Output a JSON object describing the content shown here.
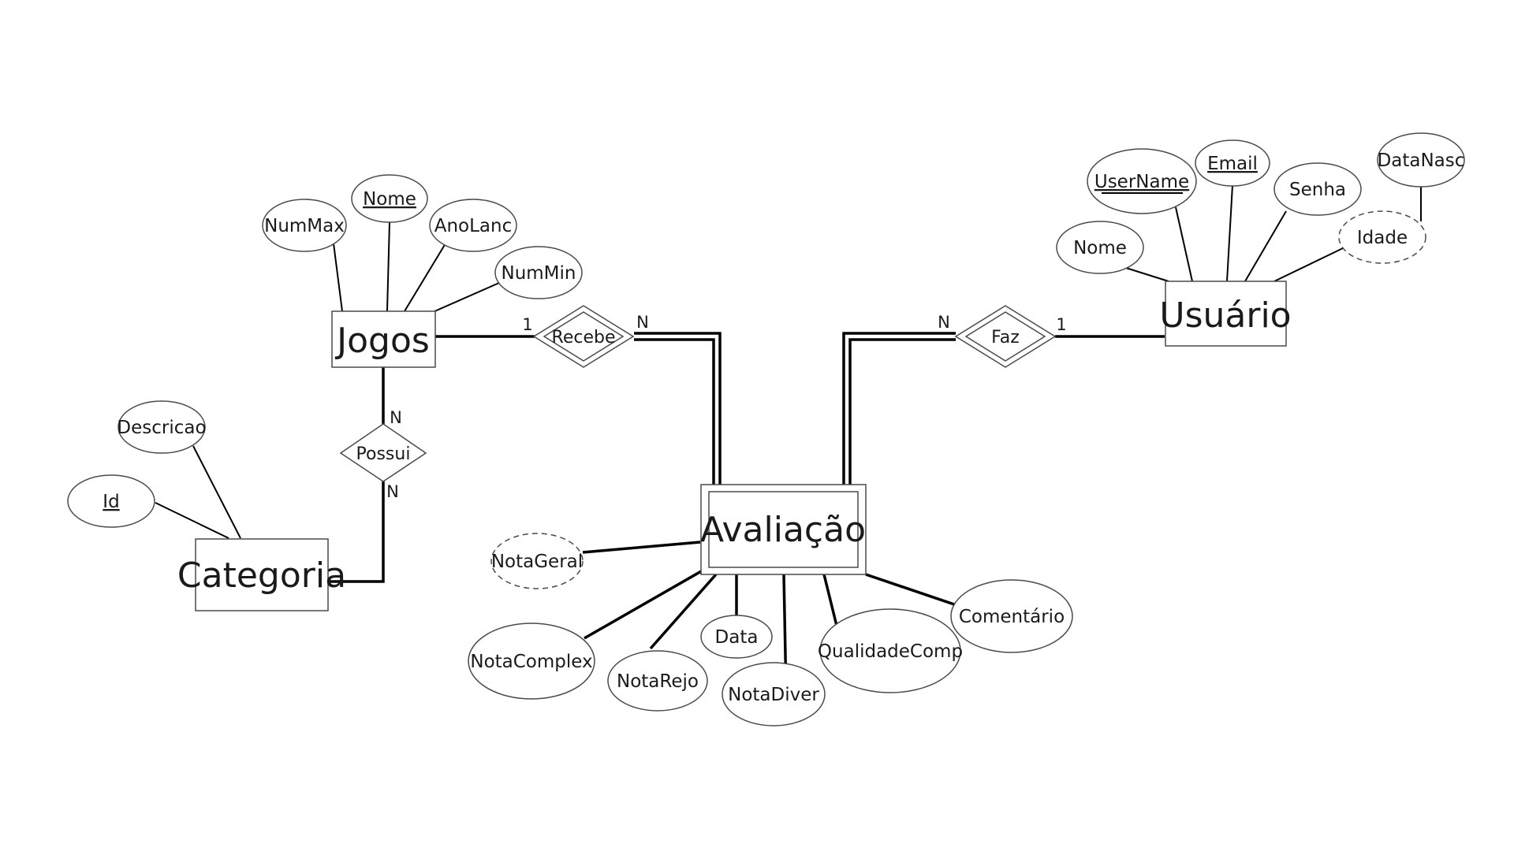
{
  "entities": {
    "jogos": "Jogos",
    "usuario": "Usuário",
    "categoria": "Categoria",
    "avaliacao": "Avaliação"
  },
  "relationships": {
    "recebe": "Recebe",
    "faz": "Faz",
    "possui": "Possui"
  },
  "cardinalities": {
    "jogos_recebe": "1",
    "recebe_avaliacao": "N",
    "faz_avaliacao": "N",
    "faz_usuario": "1",
    "possui_jogos": "N",
    "possui_categoria": "N"
  },
  "jogos_attributes": {
    "num_max": "NumMax",
    "nome": "Nome",
    "ano_lanc": "AnoLanc",
    "num_min": "NumMin"
  },
  "usuario_attributes": {
    "user_name": "UserName",
    "email": "Email",
    "senha": "Senha",
    "data_nasc": "DataNasc",
    "nome": "Nome",
    "idade": "Idade"
  },
  "categoria_attributes": {
    "descricao": "Descricao",
    "id": "Id"
  },
  "avaliacao_attributes": {
    "nota_geral": "NotaGeral",
    "nota_complex": "NotaComplex",
    "nota_rejo": "NotaRejo",
    "data": "Data",
    "nota_diver": "NotaDiver",
    "qualidade_comp": "QualidadeComp",
    "comentario": "Comentário"
  }
}
